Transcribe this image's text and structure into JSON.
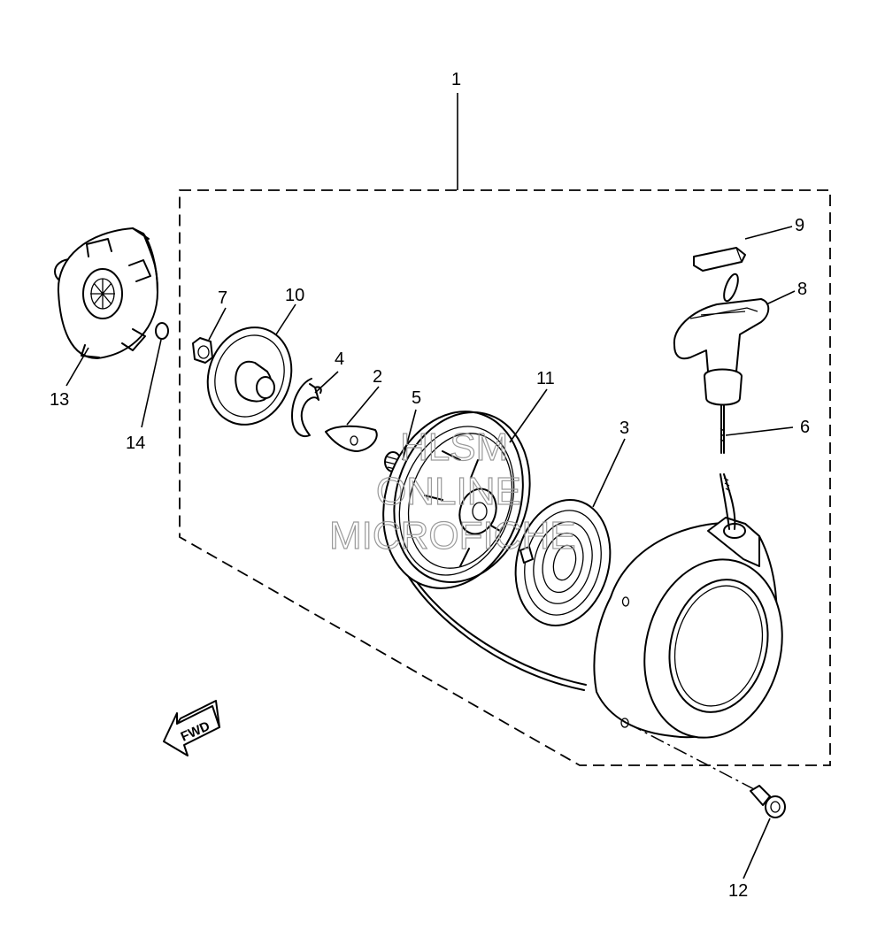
{
  "diagram": {
    "callouts": [
      {
        "id": "1",
        "label": "1"
      },
      {
        "id": "2",
        "label": "2"
      },
      {
        "id": "3",
        "label": "3"
      },
      {
        "id": "4",
        "label": "4"
      },
      {
        "id": "5",
        "label": "5"
      },
      {
        "id": "6",
        "label": "6"
      },
      {
        "id": "7",
        "label": "7"
      },
      {
        "id": "8",
        "label": "8"
      },
      {
        "id": "9",
        "label": "9"
      },
      {
        "id": "10",
        "label": "10"
      },
      {
        "id": "11",
        "label": "11"
      },
      {
        "id": "12",
        "label": "12"
      },
      {
        "id": "13",
        "label": "13"
      },
      {
        "id": "14",
        "label": "14"
      }
    ],
    "direction_label": "FWD",
    "watermark": {
      "line1": "HLSM",
      "line2": "ONLINE",
      "line3": "MICROFICHE"
    }
  }
}
